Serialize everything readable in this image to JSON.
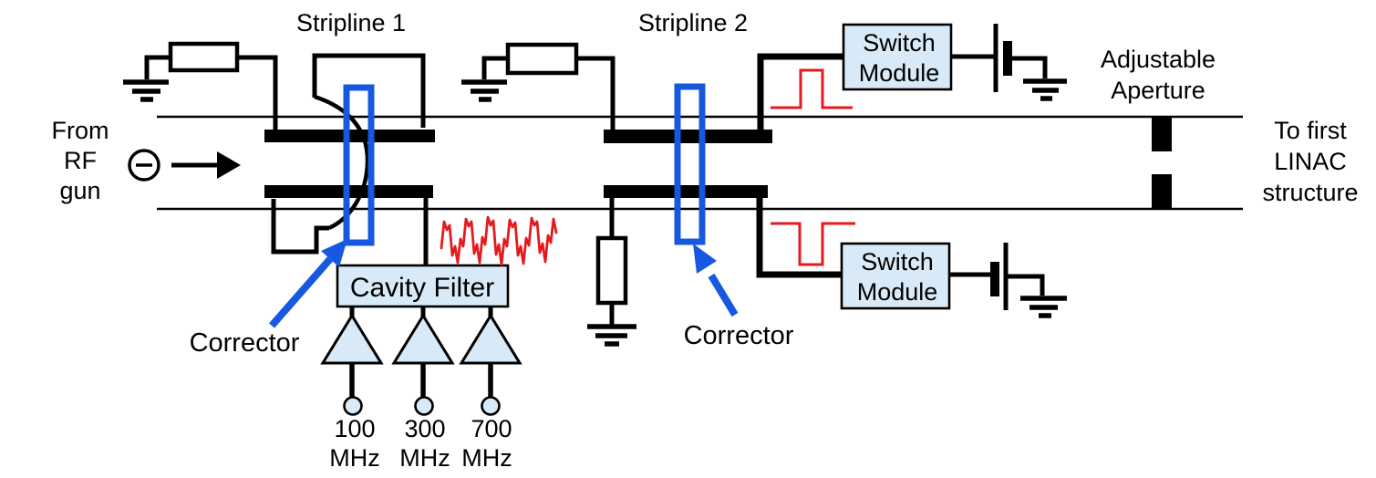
{
  "titles": {
    "stripline1": "Stripline 1",
    "stripline2": "Stripline 2"
  },
  "beam": {
    "from_label": [
      "From",
      "RF",
      "gun"
    ],
    "to_label": [
      "To first",
      "LINAC",
      "structure"
    ]
  },
  "aperture": {
    "label": [
      "Adjustable",
      "Aperture"
    ]
  },
  "correctors": {
    "label1": "Corrector",
    "label2": "Corrector"
  },
  "cavity_filter": {
    "label": "Cavity Filter",
    "frequencies": [
      [
        "100",
        "MHz"
      ],
      [
        "300",
        "MHz"
      ],
      [
        "700",
        "MHz"
      ]
    ]
  },
  "switch_modules": {
    "top": [
      "Switch",
      "Module"
    ],
    "bottom": [
      "Switch",
      "Module"
    ]
  },
  "colors": {
    "accent_blue": "#1659e0",
    "label_blue": "#2020cc",
    "signal_red": "#e6191e",
    "component_fill": "#d8eaf7",
    "line_black": "#000000"
  }
}
